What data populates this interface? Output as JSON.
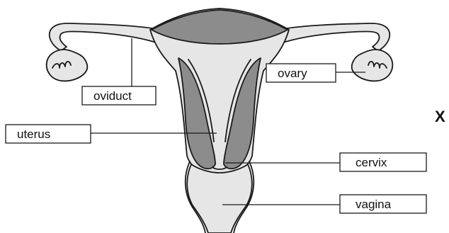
{
  "labels": {
    "oviduct": "oviduct",
    "ovary": "ovary",
    "uterus": "uterus",
    "cervix": "cervix",
    "vagina": "vagina"
  },
  "marker": "X"
}
